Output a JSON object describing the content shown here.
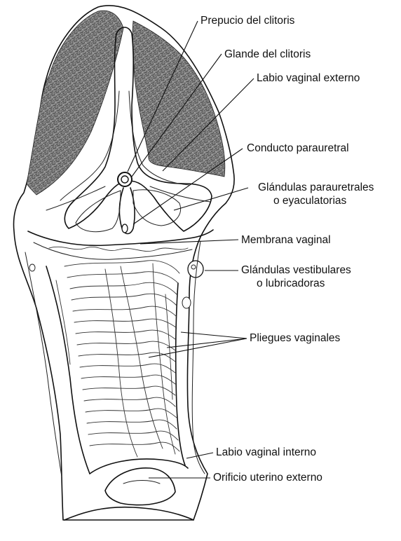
{
  "labels": {
    "prepucio": "Prepucio del clitoris",
    "glande": "Glande del clitoris",
    "labio_externo": "Labio vaginal externo",
    "conducto": "Conducto parauretral",
    "glandulas_para_1": "Glándulas parauretrales",
    "glandulas_para_2": "o eyaculatorias",
    "membrana": "Membrana vaginal",
    "glandulas_vest_1": "Glándulas vestibulares",
    "glandulas_vest_2": "o lubricadoras",
    "pliegues": "Pliegues vaginales",
    "labio_interno": "Labio vaginal interno",
    "orificio": "Orificio uterino externo"
  },
  "colors": {
    "ink": "#111111",
    "hair": "#6b6b6b",
    "background": "#ffffff"
  }
}
